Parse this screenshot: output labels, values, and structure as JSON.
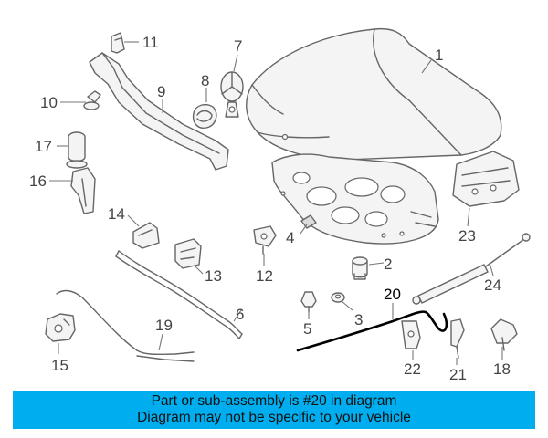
{
  "diagram": {
    "callouts": [
      {
        "id": "c1",
        "label": "1"
      },
      {
        "id": "c2",
        "label": "2"
      },
      {
        "id": "c3",
        "label": "3"
      },
      {
        "id": "c4",
        "label": "4"
      },
      {
        "id": "c5",
        "label": "5"
      },
      {
        "id": "c6",
        "label": "6"
      },
      {
        "id": "c7",
        "label": "7"
      },
      {
        "id": "c8",
        "label": "8"
      },
      {
        "id": "c9",
        "label": "9"
      },
      {
        "id": "c10",
        "label": "10"
      },
      {
        "id": "c11",
        "label": "11"
      },
      {
        "id": "c12",
        "label": "12"
      },
      {
        "id": "c13",
        "label": "13"
      },
      {
        "id": "c14",
        "label": "14"
      },
      {
        "id": "c15",
        "label": "15"
      },
      {
        "id": "c16",
        "label": "16"
      },
      {
        "id": "c17",
        "label": "17"
      },
      {
        "id": "c18",
        "label": "18"
      },
      {
        "id": "c19",
        "label": "19"
      },
      {
        "id": "c20",
        "label": "20"
      },
      {
        "id": "c21",
        "label": "21"
      },
      {
        "id": "c22",
        "label": "22"
      },
      {
        "id": "c23",
        "label": "23"
      },
      {
        "id": "c24",
        "label": "24"
      }
    ],
    "highlighted_part": "20"
  },
  "banner": {
    "line1": "Part or sub-assembly is #20 in diagram",
    "line2": "Diagram may not be specific to your vehicle",
    "color": "#00aeef"
  }
}
